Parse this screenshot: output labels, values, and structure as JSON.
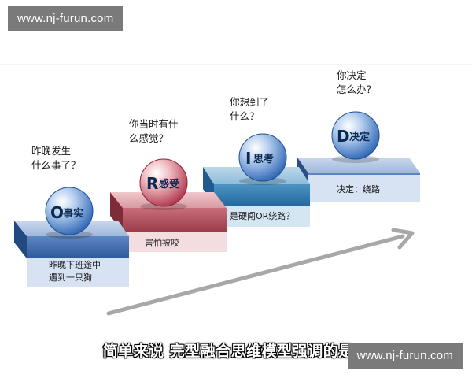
{
  "watermark": {
    "top": "www.nj-furun.com",
    "bottom": "www.nj-furun.com"
  },
  "steps": [
    {
      "letter": "O",
      "word": "事实",
      "question": [
        "昨晚发生",
        "什么事了？"
      ],
      "caption": [
        "昨晚下班途中",
        "遇到一只狗"
      ],
      "color": "#3b78c8"
    },
    {
      "letter": "R",
      "word": "感受",
      "question": [
        "你当时有什",
        "么感觉？"
      ],
      "caption": [
        "害怕被咬"
      ],
      "color": "#c04a5a"
    },
    {
      "letter": "I",
      "word": "思考",
      "question": [
        "你想到了",
        "什么？"
      ],
      "caption": [
        "是硬闯OR绕路？"
      ],
      "color": "#2f6fb2"
    },
    {
      "letter": "D",
      "word": "决定",
      "question": [
        "你决定",
        "怎么办？"
      ],
      "caption": [
        "决定：绕路"
      ],
      "color": "#2f6fb2"
    }
  ],
  "subtitle": "简单来说 完型融合思维模型强调的是："
}
